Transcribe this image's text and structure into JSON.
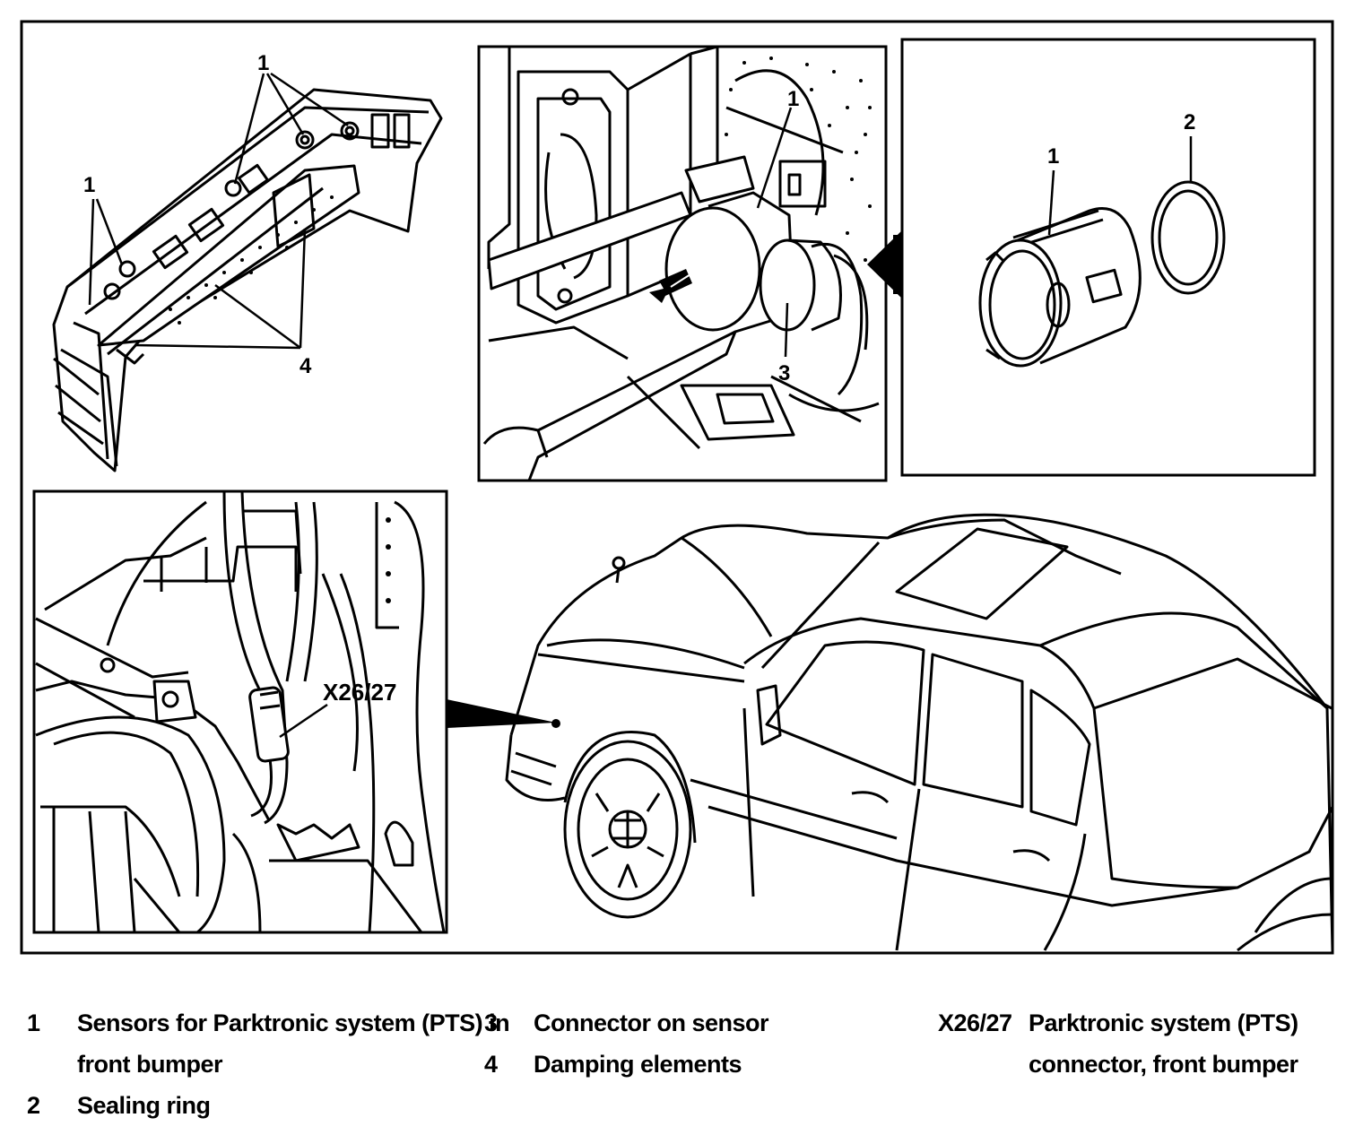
{
  "callouts": {
    "bumper_1a": "1",
    "bumper_1b": "1",
    "bumper_4": "4",
    "sensor_1": "1",
    "sensor_3": "3",
    "parts_1": "1",
    "parts_2": "2",
    "connector": "X26/27"
  },
  "legend": [
    {
      "key": "1",
      "lines": [
        "Sensors for Parktronic system (PTS) in",
        "front bumper"
      ]
    },
    {
      "key": "2",
      "lines": [
        "Sealing ring"
      ]
    },
    {
      "key": "3",
      "lines": [
        "Connector on sensor"
      ]
    },
    {
      "key": "4",
      "lines": [
        "Damping elements"
      ]
    },
    {
      "key": "X26/27",
      "lines": [
        "Parktronic system (PTS)",
        "connector, front bumper"
      ]
    }
  ]
}
